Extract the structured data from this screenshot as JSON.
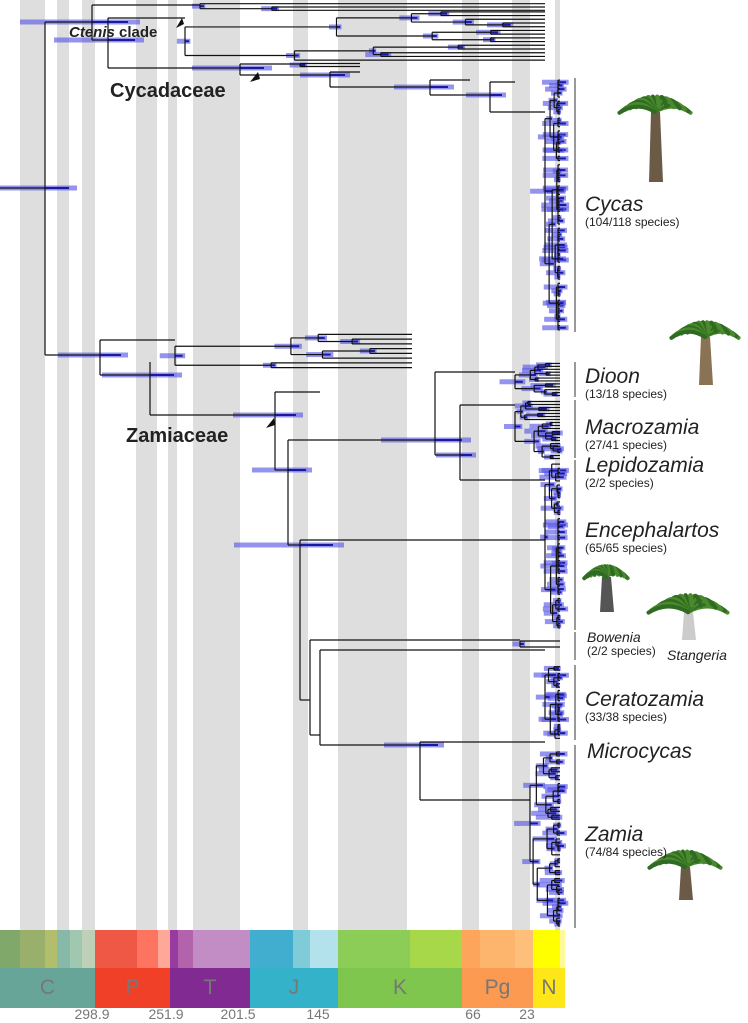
{
  "clade_labels": {
    "ctenis_italic": "Ctenis",
    "ctenis_rest": " clade",
    "cycadaceae": "Cycadaceae",
    "zamiaceae": "Zamiaceae"
  },
  "genera": [
    {
      "name": "Cycas",
      "count": "(104/118 species)"
    },
    {
      "name": "Dioon",
      "count": "(13/18 species)"
    },
    {
      "name": "Macrozamia",
      "count": "(27/41 species)"
    },
    {
      "name": "Lepidozamia",
      "count": "(2/2 species)"
    },
    {
      "name": "Encephalartos",
      "count": "(65/65 species)"
    },
    {
      "name": "Bowenia",
      "count": "(2/2 species)"
    },
    {
      "name": "Stangeria",
      "count": ""
    },
    {
      "name": "Ceratozamia",
      "count": "(33/38 species)"
    },
    {
      "name": "Microcycas",
      "count": ""
    },
    {
      "name": "Zamia",
      "count": "(74/84 species)"
    }
  ],
  "timescale": {
    "periods": [
      {
        "abbr": "C",
        "color": "#67a599"
      },
      {
        "abbr": "P",
        "color": "#f04028"
      },
      {
        "abbr": "T",
        "color": "#812b92"
      },
      {
        "abbr": "J",
        "color": "#34b2c9"
      },
      {
        "abbr": "K",
        "color": "#7fc64e"
      },
      {
        "abbr": "Pg",
        "color": "#fd9a52"
      },
      {
        "abbr": "N",
        "color": "#ffe619"
      }
    ],
    "ages_ma": [
      "298.9",
      "251.9",
      "201.5",
      "145",
      "66",
      "23"
    ]
  },
  "colors": {
    "branch": "#111111",
    "hpd_bar": "#5a5ae6",
    "stripe": "#dedede"
  }
}
